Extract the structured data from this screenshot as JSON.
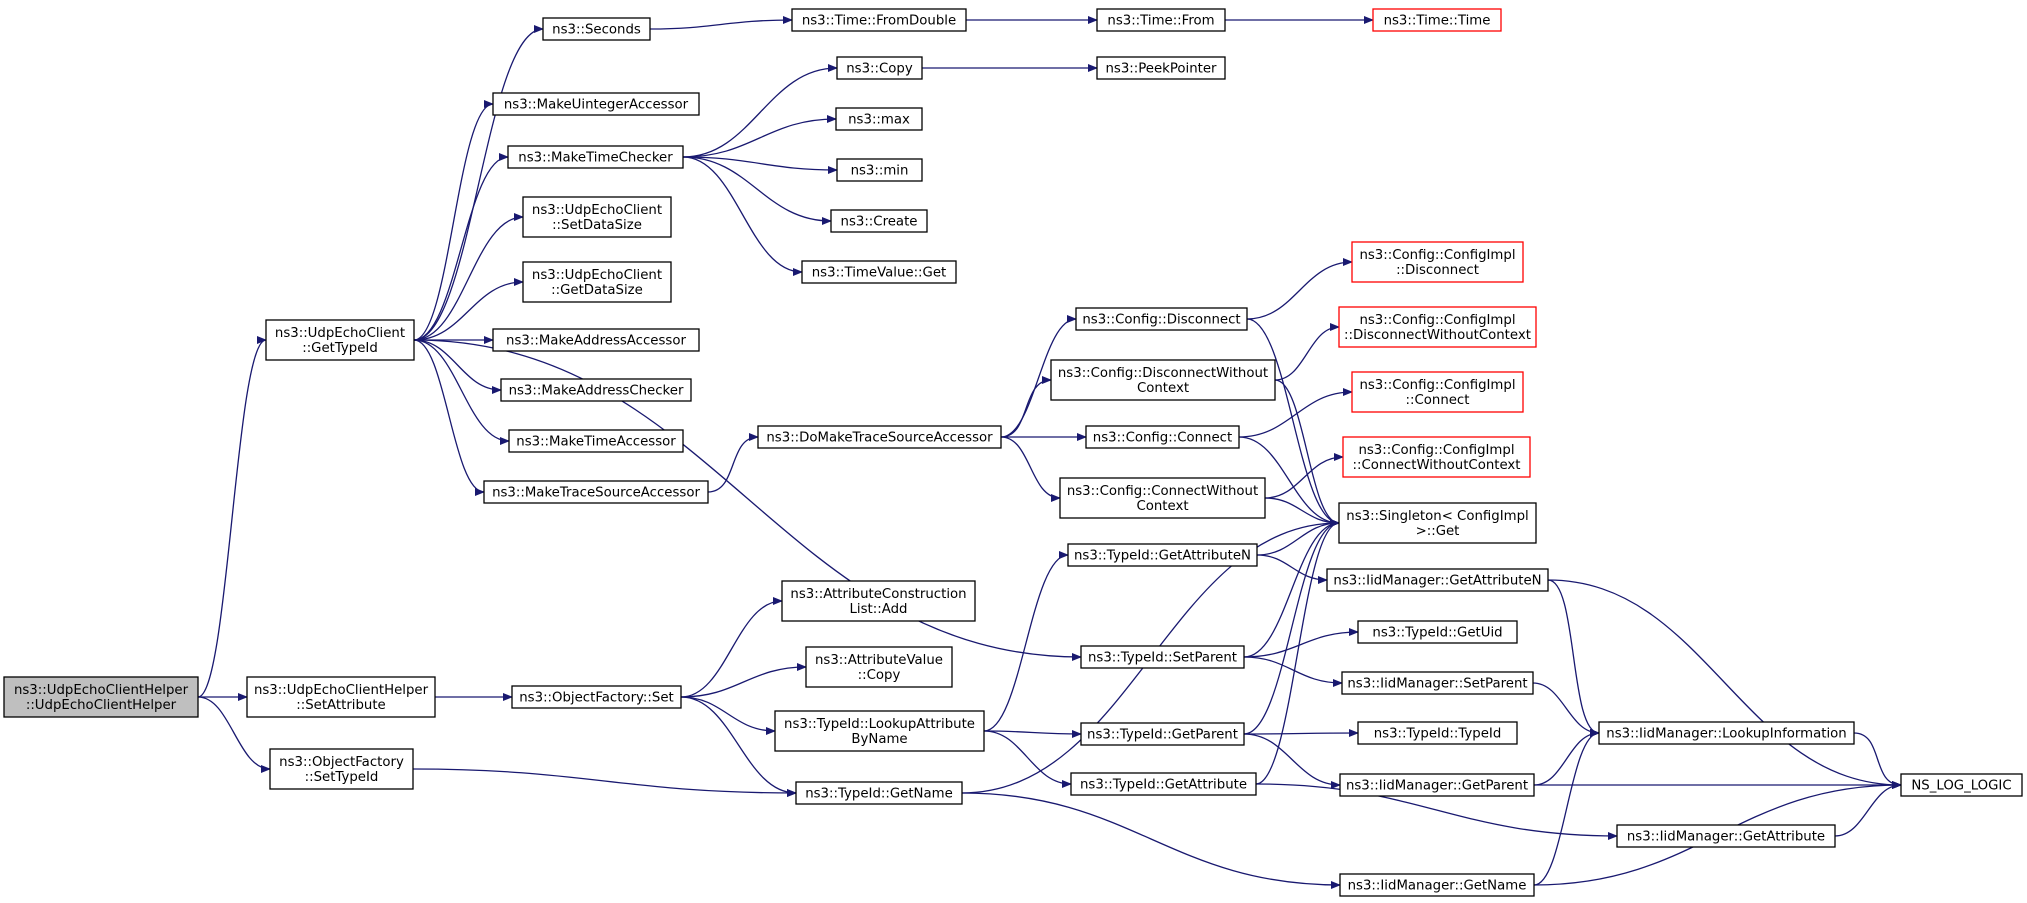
{
  "colors": {
    "edge": "#191970",
    "node_border": "#000000",
    "external_border": "#ff0000",
    "root_fill": "#bfbfbf",
    "background": "#ffffff"
  },
  "nodes": {
    "root": {
      "lines": [
        "ns3::UdpEchoClientHelper",
        "::UdpEchoClientHelper"
      ],
      "kind": "root"
    },
    "getTypeId": {
      "lines": [
        "ns3::UdpEchoClient",
        "::GetTypeId"
      ]
    },
    "helperSetAttr": {
      "lines": [
        "ns3::UdpEchoClientHelper",
        "::SetAttribute"
      ]
    },
    "ofSetTypeId": {
      "lines": [
        "ns3::ObjectFactory",
        "::SetTypeId"
      ]
    },
    "seconds": {
      "lines": [
        "ns3::Seconds"
      ]
    },
    "makeUint": {
      "lines": [
        "ns3::MakeUintegerAccessor"
      ]
    },
    "makeTimeChecker": {
      "lines": [
        "ns3::MakeTimeChecker"
      ]
    },
    "setDataSize": {
      "lines": [
        "ns3::UdpEchoClient",
        "::SetDataSize"
      ]
    },
    "getDataSize": {
      "lines": [
        "ns3::UdpEchoClient",
        "::GetDataSize"
      ]
    },
    "makeAddrAcc": {
      "lines": [
        "ns3::MakeAddressAccessor"
      ]
    },
    "makeAddrChk": {
      "lines": [
        "ns3::MakeAddressChecker"
      ]
    },
    "makeTimeAcc": {
      "lines": [
        "ns3::MakeTimeAccessor"
      ]
    },
    "makeTraceAcc": {
      "lines": [
        "ns3::MakeTraceSourceAccessor"
      ]
    },
    "ofSet": {
      "lines": [
        "ns3::ObjectFactory::Set"
      ]
    },
    "fromDouble": {
      "lines": [
        "ns3::Time::FromDouble"
      ]
    },
    "copy": {
      "lines": [
        "ns3::Copy"
      ]
    },
    "max": {
      "lines": [
        "ns3::max"
      ]
    },
    "min": {
      "lines": [
        "ns3::min"
      ]
    },
    "create": {
      "lines": [
        "ns3::Create"
      ]
    },
    "timeValueGet": {
      "lines": [
        "ns3::TimeValue::Get"
      ]
    },
    "doMakeTrace": {
      "lines": [
        "ns3::DoMakeTraceSourceAccessor"
      ]
    },
    "attrConstrAdd": {
      "lines": [
        "ns3::AttributeConstruction",
        "List::Add"
      ]
    },
    "attrValueCopy": {
      "lines": [
        "ns3::AttributeValue",
        "::Copy"
      ]
    },
    "lookupByName": {
      "lines": [
        "ns3::TypeId::LookupAttribute",
        "ByName"
      ]
    },
    "typeIdGetName": {
      "lines": [
        "ns3::TypeId::GetName"
      ]
    },
    "timeFrom": {
      "lines": [
        "ns3::Time::From"
      ]
    },
    "peekPointer": {
      "lines": [
        "ns3::PeekPointer"
      ]
    },
    "cfgDisconnect": {
      "lines": [
        "ns3::Config::Disconnect"
      ]
    },
    "cfgDisconnectWC": {
      "lines": [
        "ns3::Config::DisconnectWithout",
        "Context"
      ]
    },
    "cfgConnect": {
      "lines": [
        "ns3::Config::Connect"
      ]
    },
    "cfgConnectWC": {
      "lines": [
        "ns3::Config::ConnectWithout",
        "Context"
      ]
    },
    "getAttrN": {
      "lines": [
        "ns3::TypeId::GetAttributeN"
      ]
    },
    "setParent": {
      "lines": [
        "ns3::TypeId::SetParent"
      ]
    },
    "getParent": {
      "lines": [
        "ns3::TypeId::GetParent"
      ]
    },
    "getAttribute": {
      "lines": [
        "ns3::TypeId::GetAttribute"
      ]
    },
    "timeTime": {
      "lines": [
        "ns3::Time::Time"
      ],
      "kind": "external"
    },
    "implDisconnect": {
      "lines": [
        "ns3::Config::ConfigImpl",
        "::Disconnect"
      ],
      "kind": "external"
    },
    "implDisconnectWC": {
      "lines": [
        "ns3::Config::ConfigImpl",
        "::DisconnectWithoutContext"
      ],
      "kind": "external"
    },
    "implConnect": {
      "lines": [
        "ns3::Config::ConfigImpl",
        "::Connect"
      ],
      "kind": "external"
    },
    "implConnectWC": {
      "lines": [
        "ns3::Config::ConfigImpl",
        "::ConnectWithoutContext"
      ],
      "kind": "external"
    },
    "singletonGet": {
      "lines": [
        "ns3::Singleton< ConfigImpl",
        " >::Get"
      ]
    },
    "iidGetAttrN": {
      "lines": [
        "ns3::IidManager::GetAttributeN"
      ]
    },
    "typeIdGetUid": {
      "lines": [
        "ns3::TypeId::GetUid"
      ]
    },
    "iidSetParent": {
      "lines": [
        "ns3::IidManager::SetParent"
      ]
    },
    "typeIdTypeId": {
      "lines": [
        "ns3::TypeId::TypeId"
      ]
    },
    "iidGetParent": {
      "lines": [
        "ns3::IidManager::GetParent"
      ]
    },
    "iidGetName": {
      "lines": [
        "ns3::IidManager::GetName"
      ]
    },
    "iidLookupInfo": {
      "lines": [
        "ns3::IidManager::LookupInformation"
      ]
    },
    "iidGetAttribute": {
      "lines": [
        "ns3::IidManager::GetAttribute"
      ]
    },
    "nsLogLogic": {
      "lines": [
        "NS_LOG_LOGIC"
      ]
    }
  },
  "edges": [
    [
      "root",
      "getTypeId"
    ],
    [
      "root",
      "helperSetAttr"
    ],
    [
      "root",
      "ofSetTypeId"
    ],
    [
      "getTypeId",
      "seconds"
    ],
    [
      "getTypeId",
      "makeUint"
    ],
    [
      "getTypeId",
      "makeTimeChecker"
    ],
    [
      "getTypeId",
      "setDataSize"
    ],
    [
      "getTypeId",
      "getDataSize"
    ],
    [
      "getTypeId",
      "makeAddrAcc"
    ],
    [
      "getTypeId",
      "makeAddrChk"
    ],
    [
      "getTypeId",
      "makeTimeAcc"
    ],
    [
      "getTypeId",
      "makeTraceAcc"
    ],
    [
      "getTypeId",
      "setParent"
    ],
    [
      "helperSetAttr",
      "ofSet"
    ],
    [
      "ofSetTypeId",
      "typeIdGetName"
    ],
    [
      "seconds",
      "fromDouble"
    ],
    [
      "fromDouble",
      "timeFrom"
    ],
    [
      "timeFrom",
      "timeTime"
    ],
    [
      "makeTimeChecker",
      "copy"
    ],
    [
      "makeTimeChecker",
      "max"
    ],
    [
      "makeTimeChecker",
      "min"
    ],
    [
      "makeTimeChecker",
      "create"
    ],
    [
      "makeTimeChecker",
      "timeValueGet"
    ],
    [
      "copy",
      "peekPointer"
    ],
    [
      "makeTraceAcc",
      "doMakeTrace"
    ],
    [
      "doMakeTrace",
      "cfgDisconnect"
    ],
    [
      "doMakeTrace",
      "cfgDisconnectWC"
    ],
    [
      "doMakeTrace",
      "cfgConnect"
    ],
    [
      "doMakeTrace",
      "cfgConnectWC"
    ],
    [
      "cfgDisconnect",
      "implDisconnect"
    ],
    [
      "cfgDisconnect",
      "singletonGet"
    ],
    [
      "cfgDisconnectWC",
      "implDisconnectWC"
    ],
    [
      "cfgDisconnectWC",
      "singletonGet"
    ],
    [
      "cfgConnect",
      "implConnect"
    ],
    [
      "cfgConnect",
      "singletonGet"
    ],
    [
      "cfgConnectWC",
      "implConnectWC"
    ],
    [
      "cfgConnectWC",
      "singletonGet"
    ],
    [
      "ofSet",
      "attrConstrAdd"
    ],
    [
      "ofSet",
      "attrValueCopy"
    ],
    [
      "ofSet",
      "lookupByName"
    ],
    [
      "ofSet",
      "typeIdGetName"
    ],
    [
      "lookupByName",
      "getAttrN"
    ],
    [
      "lookupByName",
      "getParent"
    ],
    [
      "lookupByName",
      "getAttribute"
    ],
    [
      "typeIdGetName",
      "singletonGet"
    ],
    [
      "typeIdGetName",
      "iidGetName"
    ],
    [
      "getAttrN",
      "singletonGet"
    ],
    [
      "getAttrN",
      "iidGetAttrN"
    ],
    [
      "setParent",
      "singletonGet"
    ],
    [
      "setParent",
      "typeIdGetUid"
    ],
    [
      "setParent",
      "iidSetParent"
    ],
    [
      "getParent",
      "singletonGet"
    ],
    [
      "getParent",
      "typeIdTypeId"
    ],
    [
      "getParent",
      "iidGetParent"
    ],
    [
      "getAttribute",
      "singletonGet"
    ],
    [
      "getAttribute",
      "iidGetAttribute"
    ],
    [
      "iidGetAttrN",
      "iidLookupInfo"
    ],
    [
      "iidGetAttrN",
      "nsLogLogic"
    ],
    [
      "iidSetParent",
      "iidLookupInfo"
    ],
    [
      "iidGetParent",
      "iidLookupInfo"
    ],
    [
      "iidGetParent",
      "nsLogLogic"
    ],
    [
      "iidGetName",
      "iidLookupInfo"
    ],
    [
      "iidGetName",
      "nsLogLogic"
    ],
    [
      "iidLookupInfo",
      "nsLogLogic"
    ],
    [
      "iidGetAttribute",
      "nsLogLogic"
    ]
  ]
}
